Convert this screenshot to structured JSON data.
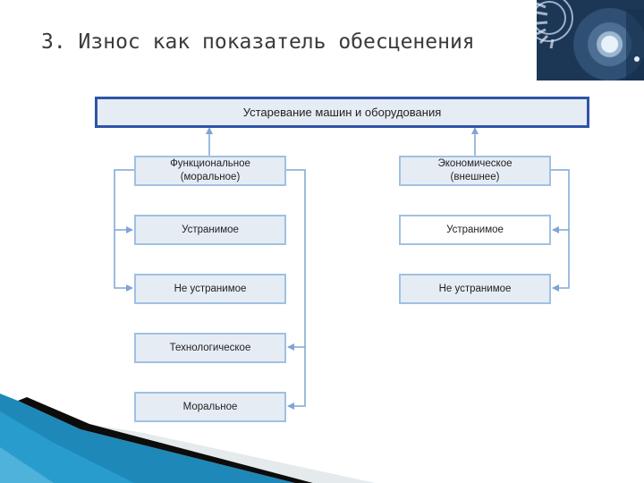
{
  "slide": {
    "title": "3. Износ как показатель обесценения"
  },
  "diagram": {
    "root": "Устаревание машин и оборудования",
    "left": {
      "category": "Функциональное\n(моральное)",
      "items": [
        "Устранимое",
        "Не устранимое",
        "Технологическое",
        "Моральное"
      ]
    },
    "right": {
      "category": "Экономическое\n(внешнее)",
      "items": [
        "Устранимое",
        "Не устранимое"
      ]
    }
  },
  "colors": {
    "box_border": "#9fc1e3",
    "root_border": "#2e54a8",
    "box_fill": "#e6ecf4",
    "connector": "#7ea6d3"
  }
}
